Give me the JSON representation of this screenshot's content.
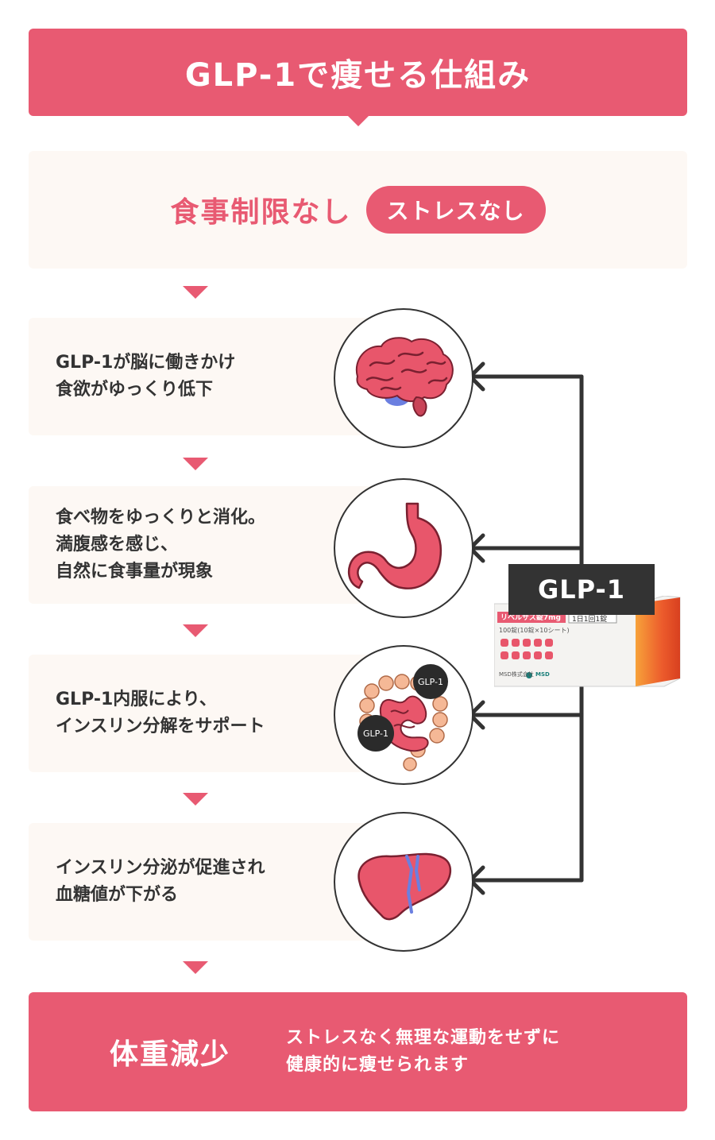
{
  "header": {
    "title": "GLP-1で痩せる仕組み"
  },
  "intro": {
    "title": "食事制限なし",
    "badge": "ストレスなし"
  },
  "steps": [
    {
      "lines": [
        "GLP-1が脳に働きかけ",
        "食欲がゆっくり低下"
      ],
      "icon": "brain-icon"
    },
    {
      "lines": [
        "食べ物をゆっくりと消化。",
        "満腹感を感じ、",
        "自然に食事量が現象"
      ],
      "icon": "stomach-icon"
    },
    {
      "lines": [
        "GLP-1内服により、",
        "インスリン分解をサポート"
      ],
      "icon": "intestine-icon",
      "molecules": [
        "GLP-1",
        "GLP-1"
      ]
    },
    {
      "lines": [
        "インスリン分泌が促進され",
        "血糖値が下がる"
      ],
      "icon": "liver-icon"
    }
  ],
  "glp_label": "GLP-1",
  "product": {
    "name": "リベルサス錠7mg",
    "dose_badge": "1日1回1錠",
    "count": "100錠(10錠×10シート)",
    "maker": "MSD株式会社",
    "logo": "MSD"
  },
  "footer": {
    "title": "体重減少",
    "desc": [
      "ストレスなく無理な運動をせずに",
      "健康的に痩せられます"
    ]
  },
  "colors": {
    "accent": "#e85a72",
    "panel": "#fdf8f4",
    "dark": "#333333",
    "organ": "#e8566b"
  }
}
